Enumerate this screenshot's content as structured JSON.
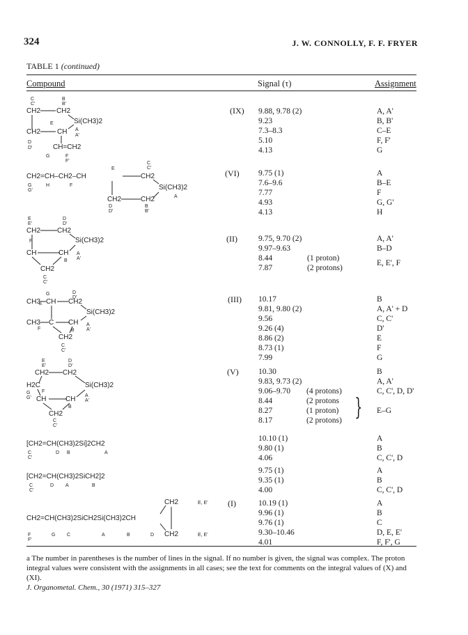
{
  "header": {
    "page_number": "324",
    "authors": "J. W. CONNOLLY, F. F. FRYER"
  },
  "table": {
    "caption_prefix": "TABLE 1",
    "caption_cont": "(continued)",
    "col_compound": "Compound",
    "col_signal": "Signal (τ)",
    "col_assignment": "Assignment",
    "rows": [
      {
        "roman": "(IX)",
        "signals": [
          "9.88, 9.78 (2)",
          "9.23",
          "7.3–8.3",
          "5.10",
          "4.13"
        ],
        "assign": [
          "A, A'",
          "B, B'",
          "C–E",
          "F, F'",
          "G"
        ]
      },
      {
        "roman": "(VI)",
        "signals": [
          "9.75 (1)",
          "7.6–9.6",
          "7.77",
          "4.93",
          "4.13"
        ],
        "assign": [
          "A",
          "B–E",
          "F",
          "G, G'",
          "H"
        ]
      },
      {
        "roman": "(II)",
        "signals": [
          "9.75, 9.70 (2)",
          "9.97–9.63",
          "8.44",
          "7.87"
        ],
        "notes": [
          "(1 proton)",
          "(2 protons)"
        ],
        "assign": [
          "A, A'",
          "B–D",
          "E, E', F"
        ]
      },
      {
        "roman": "(III)",
        "signals": [
          "10.17",
          "9.81, 9.80 (2)",
          "9.56",
          "9.26 (4)",
          "8.86 (2)",
          "8.73 (1)",
          "7.99"
        ],
        "assign": [
          "B",
          "A, A' + D",
          "C, C'",
          "D'",
          "E",
          "F",
          "G"
        ]
      },
      {
        "roman": "(V)",
        "signals": [
          "10.30",
          "9.83, 9.73 (2)",
          "9.06–9.70",
          "8.44",
          "8.27",
          "8.17"
        ],
        "notes": [
          "(4 protons)",
          "(2 protons",
          "(1 proton)",
          "(2 protons)"
        ],
        "assign": [
          "B",
          "A, A'",
          "C, C', D, D'",
          "E–G"
        ]
      },
      {
        "roman": "",
        "signals": [
          "10.10 (1)",
          "9.80 (1)",
          "4.06"
        ],
        "assign": [
          "A",
          "B",
          "C, C', D"
        ]
      },
      {
        "roman": "",
        "signals": [
          "9.75 (1)",
          "9.35 (1)",
          "4.00"
        ],
        "assign": [
          "A",
          "B",
          "C, C', D"
        ]
      },
      {
        "roman": "(I)",
        "signals": [
          "10.19 (1)",
          "9.96 (1)",
          "9.76 (1)",
          "9.30–10.46",
          "4.01"
        ],
        "assign": [
          "A",
          "B",
          "C",
          "D, E, E'",
          "F, F', G"
        ]
      }
    ]
  },
  "structures": {
    "s1": {
      "ch2a": "CH2",
      "ch2b": "CH2",
      "ch2c": "CH2",
      "ch": "CH",
      "chch2": "CH=CH2",
      "si": "Si(CH3)2",
      "labels": [
        "C",
        "C'",
        "B",
        "B'",
        "E",
        "A",
        "A'",
        "D",
        "D'",
        "G",
        "F",
        "F'"
      ]
    },
    "s2": {
      "left": "CH2=CH–CH2–CH",
      "ch2top": "CH2",
      "ch2bot": "CH2",
      "si": "Si(CH3)2",
      "labels": [
        "E",
        "C",
        "C'",
        "G",
        "G'",
        "H",
        "F",
        "A",
        "D",
        "D'",
        "B",
        "B'"
      ]
    },
    "s3": {
      "ch2top": "CH2",
      "ch": "CH",
      "ch2b": "CH2",
      "ch2bot": "CH2",
      "si": "Si(CH3)2",
      "labels": [
        "E",
        "E'",
        "D",
        "D'",
        "F",
        "B",
        "A",
        "A'",
        "C",
        "C'"
      ]
    },
    "s4": {
      "ch3a": "CH3",
      "ch": "CH",
      "ch2a": "CH2",
      "ch3b": "CH3",
      "c": "C",
      "ch2": "CH",
      "ch2bot": "CH2",
      "si": "Si(CH3)2",
      "labels": [
        "G",
        "E",
        "D",
        "D'",
        "F",
        "A",
        "A'",
        "B",
        "C",
        "C'"
      ]
    },
    "s5": {
      "ch2top": "CH2",
      "ch2r": "CH2",
      "h2c": "H2C",
      "ch": "CH",
      "ch2b": "CH",
      "ch2bot": "CH2",
      "si": "Si(CH3)2",
      "labels": [
        "E",
        "E'",
        "D",
        "D'",
        "G",
        "G'",
        "F",
        "A",
        "A'",
        "B",
        "C",
        "C'"
      ]
    },
    "s6": {
      "formula": "[CH2=CH(CH3)2Si]2CH2",
      "labels": [
        "C",
        "C'",
        "D",
        "B",
        "A"
      ]
    },
    "s7": {
      "formula": "[CH2=CH(CH3)2SiCH2]2",
      "labels": [
        "C",
        "C'",
        "D",
        "A",
        "B"
      ]
    },
    "s8": {
      "formula": "CH2=CH(CH3)2SiCH2Si(CH3)2CH",
      "ch2a": "CH2",
      "ch2b": "CH2",
      "labels": [
        "F",
        "F'",
        "G",
        "C",
        "A",
        "B",
        "D",
        "E, E'",
        "E, E'"
      ]
    }
  },
  "footnote": "a The number in parentheses is the number of lines in the signal. If no number is given, the signal was complex. The proton integral values were consistent with the assignments in all cases; see the text for comments on the integral values of (X) and (XI).",
  "journal": "J. Organometal. Chem., 30 (1971) 315–327"
}
